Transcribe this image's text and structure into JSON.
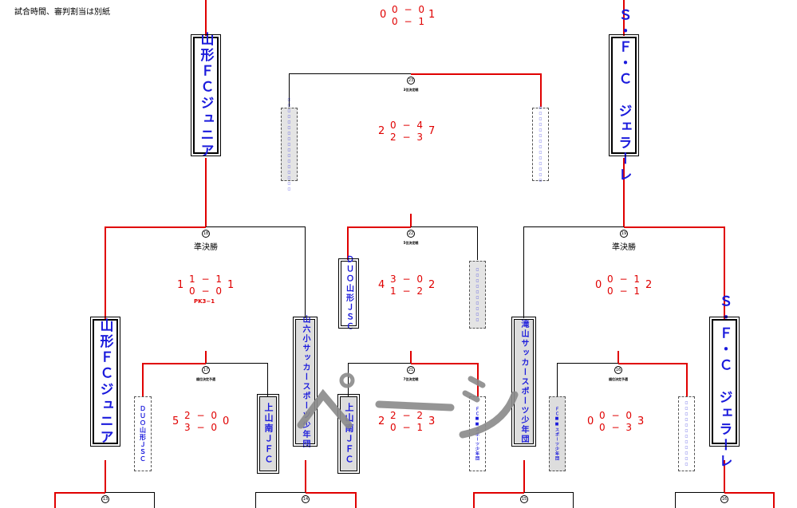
{
  "note": "試合時間、審判割当は別紙",
  "teams": {
    "yamagata_fc_top": "山形ＦＣジュニア",
    "sfc_top": "Ｓ・Ｆ・Ｃ　ジェラーレ",
    "third_left": "□□□□□□□□□□□□□□□□□",
    "third_right": "□□□□□□□□□□□□□□",
    "duo_mid": "ＤＵＯ山形ＪＳＣ",
    "fifth_right": "□□□□□□□□□□",
    "yamagata_fc_semi": "山形ＦＣジュニア",
    "yamaroku": "山六小サッカースポーツ少年団",
    "takiyama": "滝山サッカースポーツ少年団",
    "sfc_semi": "Ｓ・Ｆ・Ｃ　ジェラーレ",
    "duo_low": "ＤＵＯ山形ＪＳＣ",
    "kaminoyama_l": "上山南ＪＦＣ",
    "kaminoyama_r": "上山南ＪＦＣ",
    "fc_a": "ＦＣ■■スポーツ少年団",
    "fc_b": "ＦＣ■■スポーツ少年団",
    "last": "□□□□□□□□□□□□"
  },
  "matches": {
    "final": {
      "s1": "0 − 0",
      "s2": "0 − 1",
      "tl": "0",
      "tr": "1"
    },
    "m23": {
      "num": "23",
      "label": "3位決定戦",
      "s1": "0 − 4",
      "s2": "2 − 3",
      "tl": "2",
      "tr": "7"
    },
    "m22": {
      "num": "22",
      "label": "5位決定戦",
      "s1": "3 − 0",
      "s2": "1 − 2",
      "tl": "4",
      "tr": "2"
    },
    "m18": {
      "num": "18",
      "label": "準決勝",
      "s1": "1 − 1",
      "s2": "0 − 0",
      "tl": "1",
      "tr": "1",
      "pk": "PK3−1"
    },
    "m19": {
      "num": "19",
      "label": "準決勝",
      "s1": "0 − 1",
      "s2": "0 − 1",
      "tl": "0",
      "tr": "2"
    },
    "m17": {
      "num": "17",
      "label": "順位決定予選",
      "s1": "2 − 0",
      "s2": "3 − 0",
      "tl": "5",
      "tr": "0"
    },
    "m21": {
      "num": "21",
      "label": "7位決定戦",
      "s1": "2 − 2",
      "s2": "0 − 1",
      "tl": "2",
      "tr": "3"
    },
    "m16": {
      "num": "16",
      "label": "順位決定予選",
      "s1": "0 − 0",
      "s2": "0 − 3",
      "tl": "0",
      "tr": "3"
    },
    "m13": {
      "num": "13"
    },
    "m14": {
      "num": "14"
    },
    "m15": {
      "num": "15"
    },
    "m16b": {
      "num": "16"
    }
  },
  "watermark": "ページ"
}
